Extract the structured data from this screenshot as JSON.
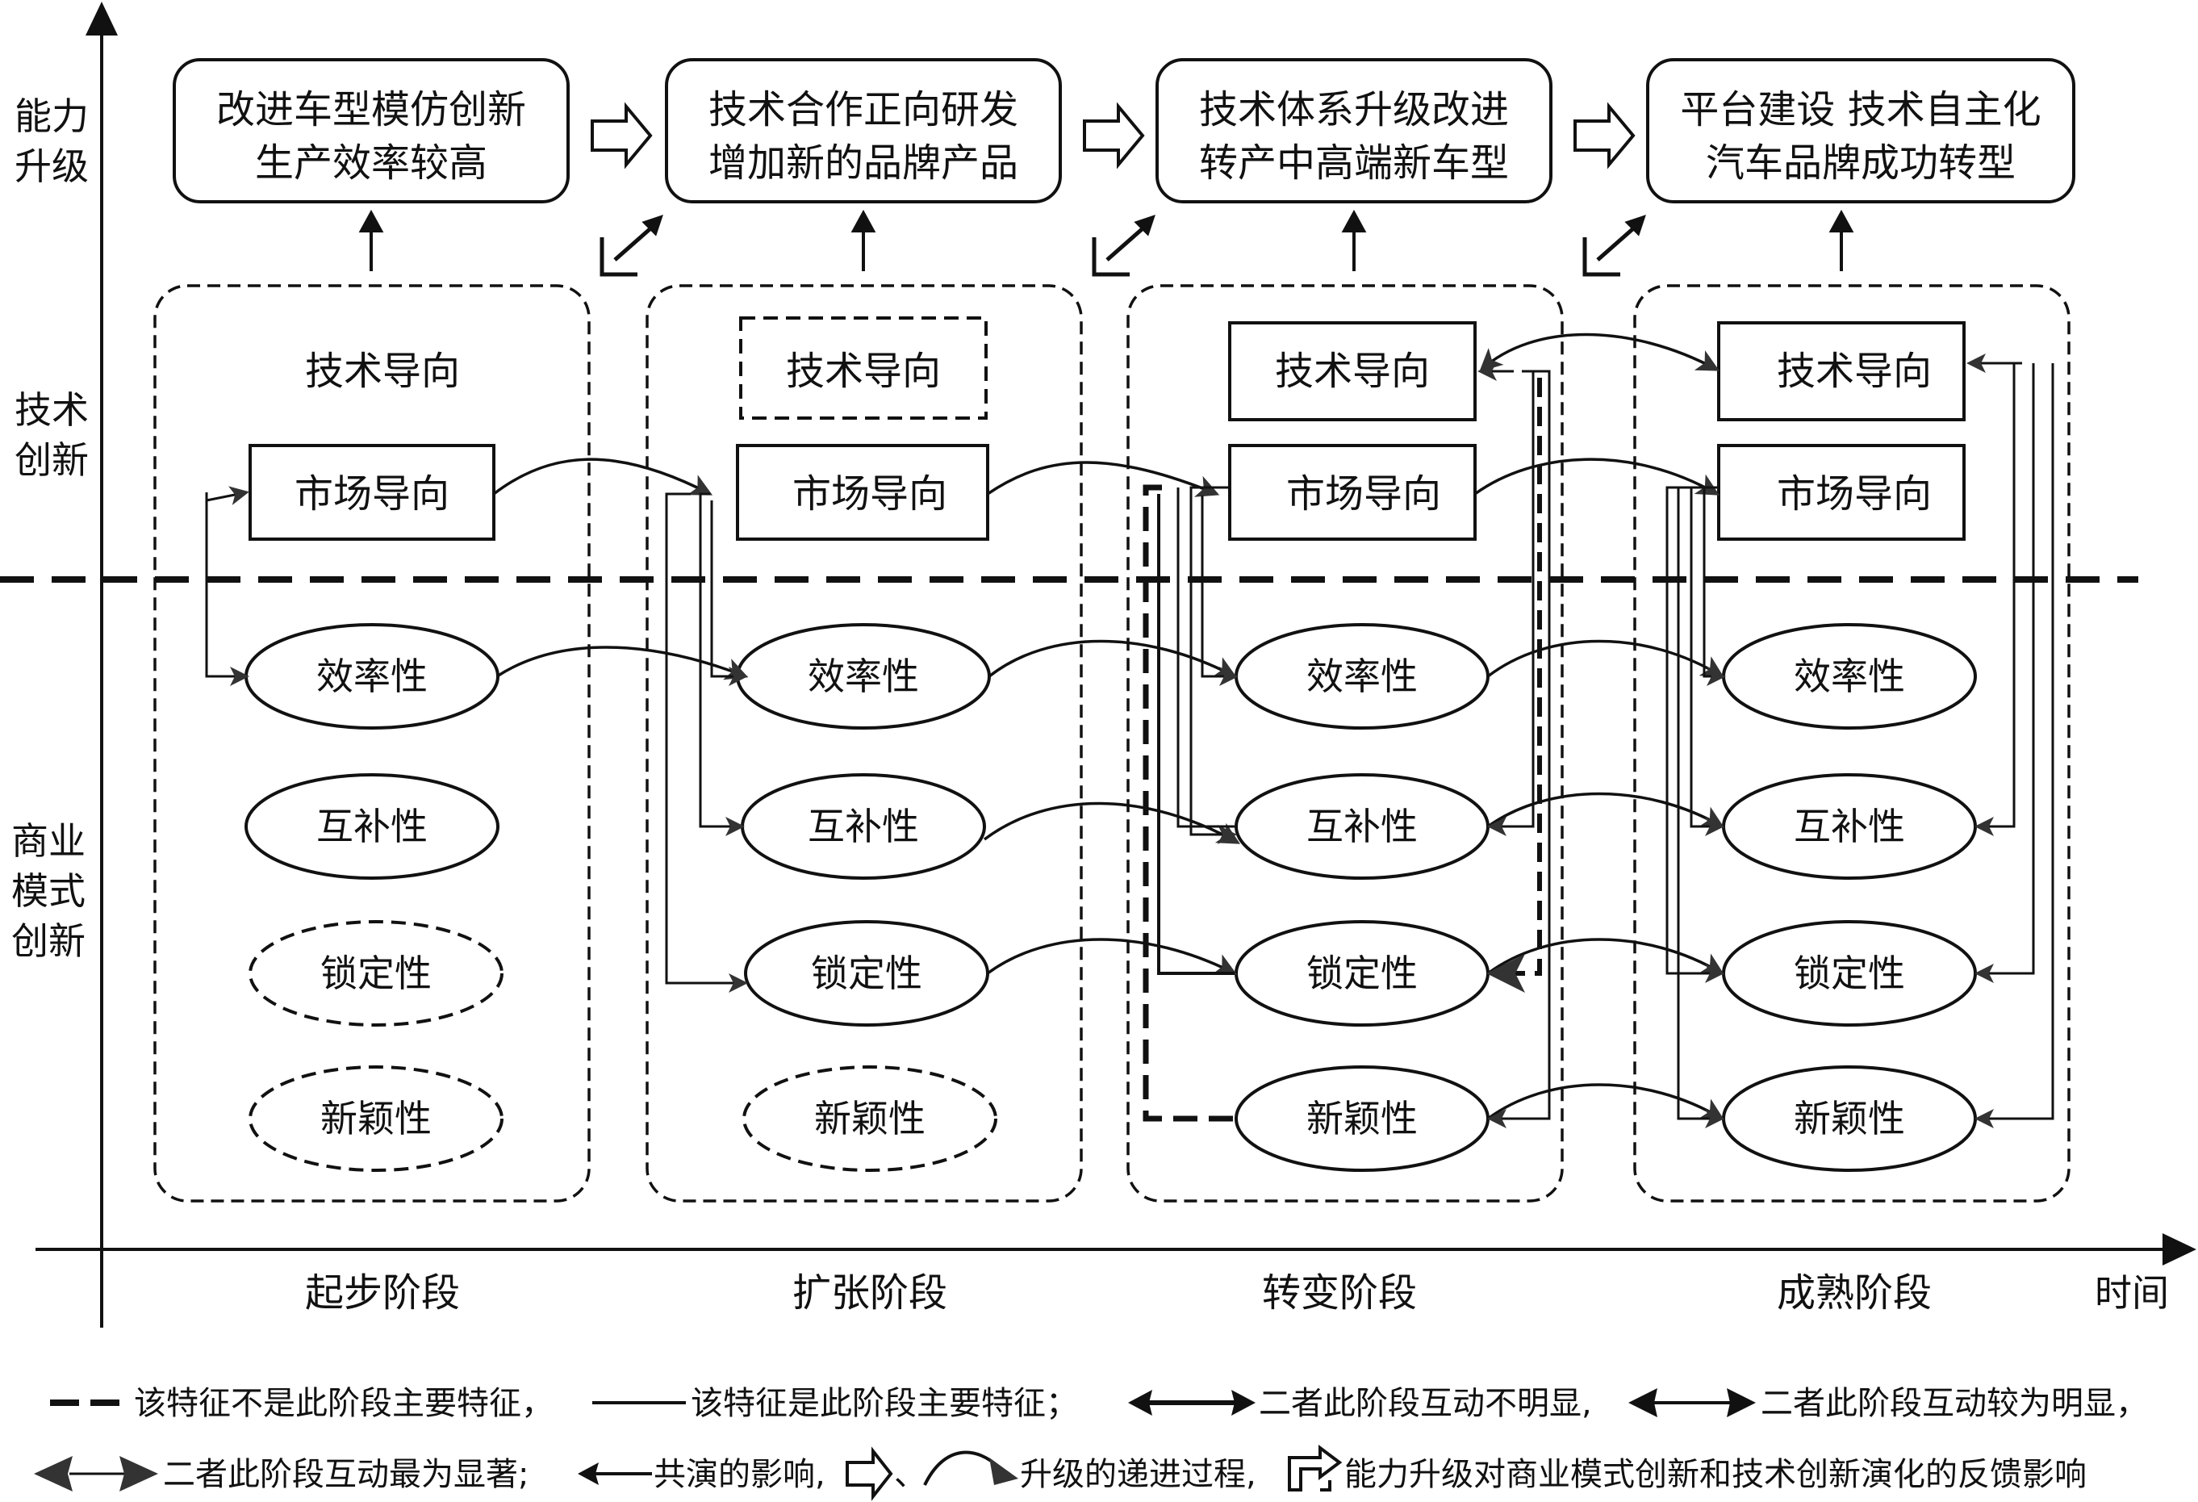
{
  "axes": {
    "y_top": [
      "能力",
      "升级"
    ],
    "y_tech": [
      "技术",
      "创新"
    ],
    "y_business": [
      "商业",
      "模式",
      "创新"
    ],
    "x_label": "时间"
  },
  "upgrades": [
    {
      "line1": "改进车型模仿创新",
      "line2": "生产效率较高"
    },
    {
      "line1": "技术合作正向研发",
      "line2": "增加新的品牌产品"
    },
    {
      "line1": "技术体系升级改进",
      "line2": "转产中高端新车型"
    },
    {
      "line1": "平台建设 技术自主化",
      "line2": "汽车品牌成功转型"
    }
  ],
  "stages": [
    "起步阶段",
    "扩张阶段",
    "转变阶段",
    "成熟阶段"
  ],
  "tech_items": {
    "tech": "技术导向",
    "market": "市场导向"
  },
  "business_items": {
    "efficiency": "效率性",
    "complement": "互补性",
    "lockin": "锁定性",
    "novelty": "新颖性"
  },
  "legend": {
    "row1": {
      "dashed": "该特征不是此阶段主要特征，",
      "solid": "该特征是此阶段主要特征；",
      "weak": "二者此阶段互动不明显,",
      "medium": "二者此阶段互动较为明显，"
    },
    "row2": {
      "strong": "二者此阶段互动最为显著;",
      "coevolve": "共演的影响,",
      "sep": "、",
      "upgrade": "升级的递进过程,",
      "feedback": "能力升级对商业模式创新和技术创新演化的反馈影响"
    }
  }
}
